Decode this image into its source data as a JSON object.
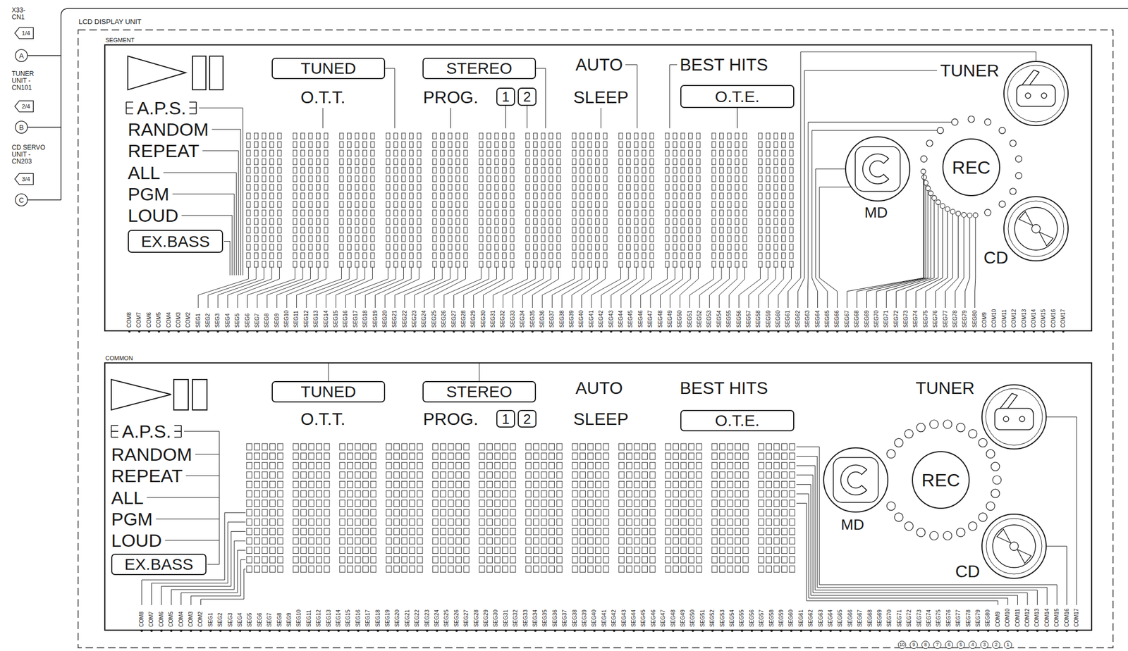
{
  "diagram": {
    "nodes": [
      {
        "text": [
          "1/4"
        ]
      },
      {
        "text": [
          "A"
        ]
      },
      {
        "text": [
          "2/4"
        ]
      },
      {
        "text": [
          "B"
        ]
      },
      {
        "text": [
          "3/4"
        ]
      },
      {
        "text": [
          "C"
        ]
      },
      {
        "text": [
          "LCD DISPLAY UNIT"
        ]
      },
      {
        "text": [
          "SEGMENT"
        ],
        "in": 6
      },
      {
        "text": [
          "TUNED"
        ],
        "in": 7
      },
      {
        "text": [
          "STEREO"
        ],
        "in": 7
      },
      {
        "text": [
          "1"
        ],
        "in": 7
      },
      {
        "text": [
          "2"
        ],
        "in": 7
      },
      {
        "text": [
          "O.T.E."
        ],
        "in": 7
      },
      {
        "text": [
          "EX.BASS"
        ],
        "in": 7
      },
      {
        "text": [
          "REC"
        ],
        "in": 7
      },
      {
        "text": [
          "COMMON"
        ],
        "in": 6
      },
      {
        "text": [
          "TUNED"
        ],
        "in": 15
      },
      {
        "text": [
          "STEREO"
        ],
        "in": 15
      },
      {
        "text": [
          "1"
        ],
        "in": 15
      },
      {
        "text": [
          "2"
        ],
        "in": 15
      },
      {
        "text": [
          "O.T.E."
        ],
        "in": 15
      },
      {
        "text": [
          "EX.BASS"
        ],
        "in": 15
      },
      {
        "text": [
          "REC"
        ],
        "in": 15
      },
      {
        "text": [
          "10"
        ]
      },
      {
        "text": [
          "9"
        ]
      },
      {
        "text": [
          "8"
        ]
      },
      {
        "text": [
          "7"
        ]
      },
      {
        "text": [
          "6"
        ]
      },
      {
        "text": [
          "5"
        ]
      },
      {
        "text": [
          "4"
        ]
      },
      {
        "text": [
          "3"
        ]
      },
      {
        "text": [
          "2"
        ]
      },
      {
        "text": [
          "1"
        ]
      }
    ],
    "labels": [
      "X33-CN1",
      "TUNER UNIT -CN101",
      "CD SERVO UNIT -CN203",
      "A.P.S.",
      "RANDOM",
      "REPEAT",
      "ALL",
      "PGM",
      "LOUD",
      "O.T.T.",
      "PROG.",
      "AUTO",
      "SLEEP",
      "BEST HITS",
      "TUNER",
      "MD",
      "CD",
      "COM8",
      "COM7",
      "COM6",
      "COM5",
      "COM4",
      "COM3",
      "COM2",
      "SEG1",
      "SEG2",
      "SEG3",
      "SEG4",
      "SEG5",
      "SEG6",
      "SEG7",
      "SEG8",
      "SEG9",
      "SEG10",
      "SEG11",
      "SEG12",
      "SEG13",
      "SEG14",
      "SEG15",
      "SEG16",
      "SEG17",
      "SEG18",
      "SEG19",
      "SEG20",
      "SEG21",
      "SEG22",
      "SEG23",
      "SEG24",
      "SEG25",
      "SEG26",
      "SEG27",
      "SEG28",
      "SEG29",
      "SEG30",
      "SEG31",
      "SEG32",
      "SEG33",
      "SEG34",
      "SEG35",
      "SEG36",
      "SEG37",
      "SEG38",
      "SEG39",
      "SEG40",
      "SEG41",
      "SEG42",
      "SEG43",
      "SEG44",
      "SEG45",
      "SEG46",
      "SEG47",
      "SEG48",
      "SEG49",
      "SEG50",
      "SEG51",
      "SEG52",
      "SEG53",
      "SEG54",
      "SEG55",
      "SEG56",
      "SEG57",
      "SEG58",
      "SEG59",
      "SEG60",
      "SEG61",
      "SEG62",
      "SEG63",
      "SEG64",
      "SEG65",
      "SEG66",
      "SEG67",
      "SEG68",
      "SEG69",
      "SEG70",
      "SEG71",
      "SEG72",
      "SEG73",
      "SEG74",
      "SEG75",
      "SEG76",
      "SEG77",
      "SEG78",
      "SEG79",
      "SEG80",
      "COM9",
      "COM10",
      "COM11",
      "COM12",
      "COM13",
      "COM14",
      "COM15",
      "COM16",
      "COM17",
      "A.P.S.",
      "RANDOM",
      "REPEAT",
      "ALL",
      "PGM",
      "LOUD",
      "O.T.T.",
      "PROG.",
      "AUTO",
      "SLEEP",
      "BEST HITS",
      "TUNER",
      "MD",
      "CD",
      "COM8",
      "COM7",
      "COM6",
      "COM5",
      "COM4",
      "COM3",
      "COM2",
      "SEG1",
      "SEG2",
      "SEG3",
      "SEG4",
      "SEG5",
      "SEG6",
      "SEG7",
      "SEG8",
      "SEG9",
      "SEG10",
      "SEG11",
      "SEG12",
      "SEG13",
      "SEG14",
      "SEG15",
      "SEG16",
      "SEG17",
      "SEG18",
      "SEG19",
      "SEG20",
      "SEG21",
      "SEG22",
      "SEG23",
      "SEG24",
      "SEG25",
      "SEG26",
      "SEG27",
      "SEG28",
      "SEG29",
      "SEG30",
      "SEG31",
      "SEG32",
      "SEG33",
      "SEG34",
      "SEG35",
      "SEG36",
      "SEG37",
      "SEG38",
      "SEG39",
      "SEG40",
      "SEG41",
      "SEG42",
      "SEG43",
      "SEG44",
      "SEG45",
      "SEG46",
      "SEG47",
      "SEG48",
      "SEG49",
      "SEG50",
      "SEG51",
      "SEG52",
      "SEG53",
      "SEG54",
      "SEG55",
      "SEG56",
      "SEG57",
      "SEG58",
      "SEG59",
      "SEG60",
      "SEG61",
      "SEG62",
      "SEG63",
      "SEG64",
      "SEG65",
      "SEG66",
      "SEG67",
      "SEG68",
      "SEG69",
      "SEG70",
      "SEG71",
      "SEG72",
      "SEG73",
      "SEG74",
      "SEG75",
      "SEG76",
      "SEG77",
      "SEG78",
      "SEG79",
      "SEG80",
      "COM9",
      "COM10",
      "COM11",
      "COM12",
      "COM13",
      "COM14",
      "COM15",
      "COM16",
      "COM17"
    ]
  }
}
